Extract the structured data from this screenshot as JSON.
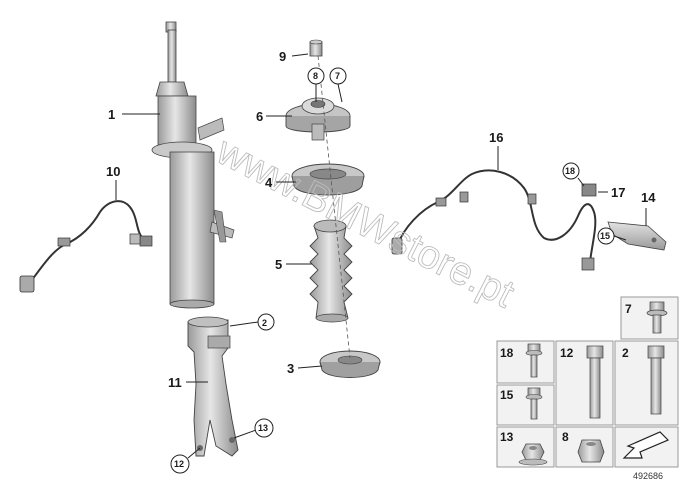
{
  "diagram": {
    "part_labels": {
      "p1": "1",
      "p2": "2",
      "p3": "3",
      "p4": "4",
      "p5": "5",
      "p6": "6",
      "p7": "7",
      "p8": "8",
      "p9": "9",
      "p10": "10",
      "p11": "11",
      "p12": "12",
      "p13": "13",
      "p14": "14",
      "p15": "15",
      "p16": "16",
      "p17": "17",
      "p18": "18"
    },
    "fastener_table": {
      "cells": [
        "7",
        "18",
        "12",
        "2",
        "15",
        "13",
        "8"
      ]
    },
    "watermark": "www.BMWstore.pt",
    "image_number": "492686",
    "colors": {
      "part": "#d4d4d4",
      "part_dark": "#8a8a8a",
      "outline": "#3a3a3a",
      "table_bg": "#f2f2f2"
    }
  }
}
